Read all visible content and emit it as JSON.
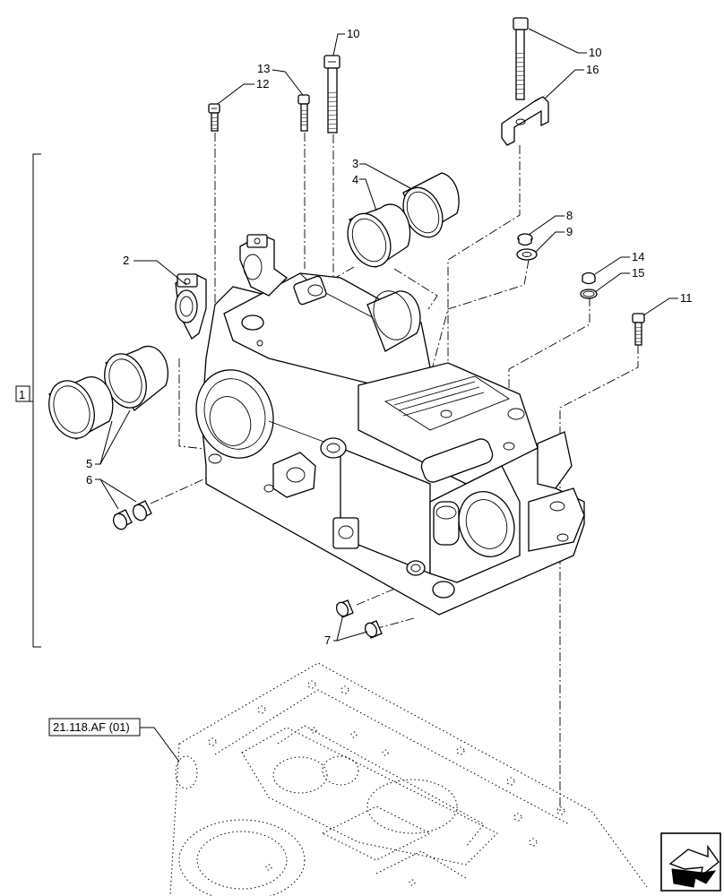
{
  "diagram": {
    "callouts": [
      {
        "id": "c1",
        "text": "1"
      },
      {
        "id": "c2",
        "text": "2"
      },
      {
        "id": "c3",
        "text": "3"
      },
      {
        "id": "c4",
        "text": "4"
      },
      {
        "id": "c5",
        "text": "5"
      },
      {
        "id": "c6",
        "text": "6"
      },
      {
        "id": "c7",
        "text": "7"
      },
      {
        "id": "c8",
        "text": "8"
      },
      {
        "id": "c9",
        "text": "9"
      },
      {
        "id": "c10a",
        "text": "10"
      },
      {
        "id": "c10b",
        "text": "10"
      },
      {
        "id": "c11",
        "text": "11"
      },
      {
        "id": "c12",
        "text": "12"
      },
      {
        "id": "c13",
        "text": "13"
      },
      {
        "id": "c14",
        "text": "14"
      },
      {
        "id": "c15",
        "text": "15"
      },
      {
        "id": "c16",
        "text": "16"
      }
    ],
    "reference": "21.118.AF (01)",
    "nav_icon": "next-page-arrow-icon"
  }
}
